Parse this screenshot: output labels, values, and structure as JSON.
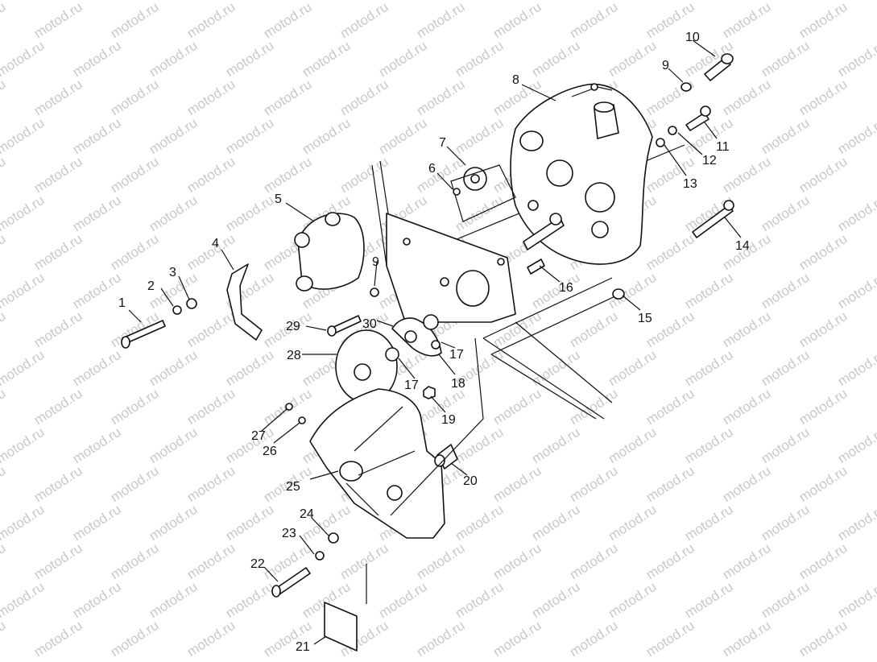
{
  "watermark_text": "motod.ru",
  "callouts": [
    "1",
    "2",
    "3",
    "4",
    "5",
    "6",
    "7",
    "8",
    "9",
    "9",
    "10",
    "11",
    "12",
    "13",
    "14",
    "15",
    "16",
    "17",
    "17",
    "18",
    "19",
    "20",
    "21",
    "22",
    "23",
    "24",
    "25",
    "26",
    "27",
    "28",
    "29",
    "30"
  ],
  "parts": [
    "bolt",
    "washer",
    "washer",
    "bracket",
    "housing",
    "pin",
    "sprocket",
    "gearcase",
    "washer",
    "bolt",
    "bolt",
    "washer",
    "washer",
    "bolt",
    "nut",
    "bolt",
    "spacer",
    "spacer",
    "bearing",
    "nut",
    "spacer",
    "label",
    "bolt",
    "washer",
    "washer",
    "cover",
    "washer",
    "bolt",
    "sheave",
    "bolt",
    "plate"
  ]
}
